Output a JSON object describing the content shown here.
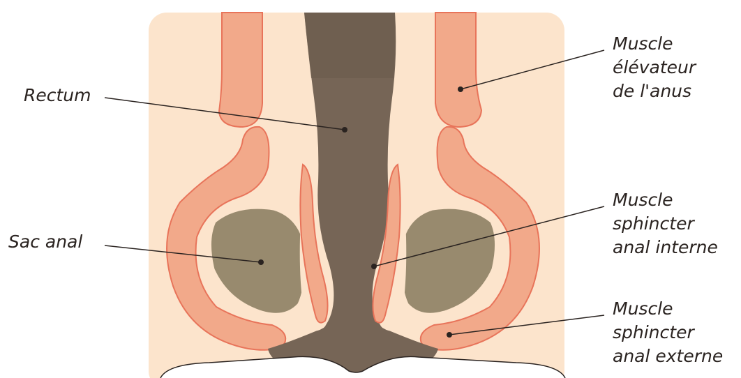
{
  "colors": {
    "background_panel": "#fce4cc",
    "muscle_fill": "#f2a98a",
    "muscle_stroke": "#e8745a",
    "rectum_fill": "#766556",
    "anal_sac_fill": "#988a6e",
    "leader_line": "#2a2320"
  },
  "labels": {
    "rectum": "Rectum",
    "sac_anal": "Sac anal",
    "levator": [
      "Muscle",
      "élévateur",
      "de l'anus"
    ],
    "internal_sphincter": [
      "Muscle",
      "sphincter",
      "anal interne"
    ],
    "external_sphincter": [
      "Muscle",
      "sphincter",
      "anal externe"
    ]
  }
}
